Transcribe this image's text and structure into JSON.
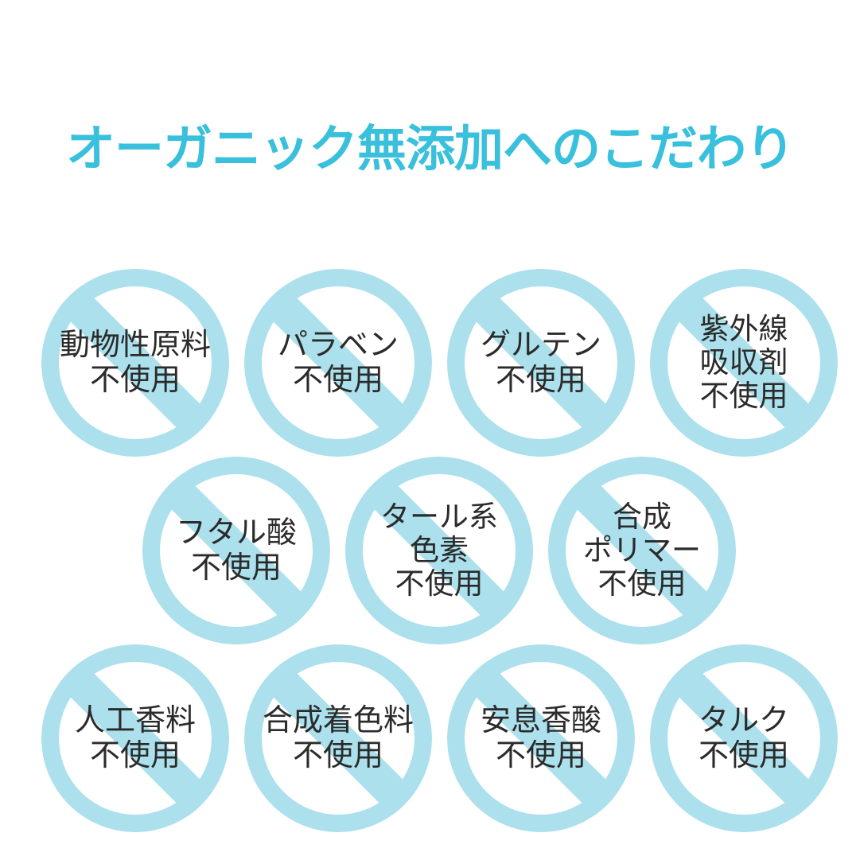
{
  "page": {
    "background_color": "#ffffff",
    "accent_color": "#38c0dc",
    "badge_ring_color": "#abe0ec",
    "badge_text_color": "#2b2b2b"
  },
  "header": {
    "title": "オーガニック無添加へのこだわり"
  },
  "badges": [
    {
      "id": "animal-ingredients",
      "icon": "no-entry-icon",
      "lines": [
        "動物性原料",
        "不使用"
      ],
      "row": 1,
      "col": 1
    },
    {
      "id": "paraben",
      "icon": "no-entry-icon",
      "lines": [
        "パラベン",
        "不使用"
      ],
      "row": 1,
      "col": 2
    },
    {
      "id": "gluten",
      "icon": "no-entry-icon",
      "lines": [
        "グルテン",
        "不使用"
      ],
      "row": 1,
      "col": 3
    },
    {
      "id": "uv-absorber",
      "icon": "no-entry-icon",
      "lines": [
        "紫外線",
        "吸収剤",
        "不使用"
      ],
      "row": 1,
      "col": 4
    },
    {
      "id": "phthalate",
      "icon": "no-entry-icon",
      "lines": [
        "フタル酸",
        "不使用"
      ],
      "row": 2,
      "col": 1
    },
    {
      "id": "tar-dye",
      "icon": "no-entry-icon",
      "lines": [
        "タール系",
        "色素",
        "不使用"
      ],
      "row": 2,
      "col": 2
    },
    {
      "id": "synthetic-polymer",
      "icon": "no-entry-icon",
      "lines": [
        "合成",
        "ポリマー",
        "不使用"
      ],
      "row": 2,
      "col": 3
    },
    {
      "id": "artificial-fragrance",
      "icon": "no-entry-icon",
      "lines": [
        "人工香料",
        "不使用"
      ],
      "row": 3,
      "col": 1
    },
    {
      "id": "synthetic-colorant",
      "icon": "no-entry-icon",
      "lines": [
        "合成着色料",
        "不使用"
      ],
      "row": 3,
      "col": 2
    },
    {
      "id": "benzoic-acid",
      "icon": "no-entry-icon",
      "lines": [
        "安息香酸",
        "不使用"
      ],
      "row": 3,
      "col": 3
    },
    {
      "id": "talc",
      "icon": "no-entry-icon",
      "lines": [
        "タルク",
        "不使用"
      ],
      "row": 3,
      "col": 4
    }
  ]
}
